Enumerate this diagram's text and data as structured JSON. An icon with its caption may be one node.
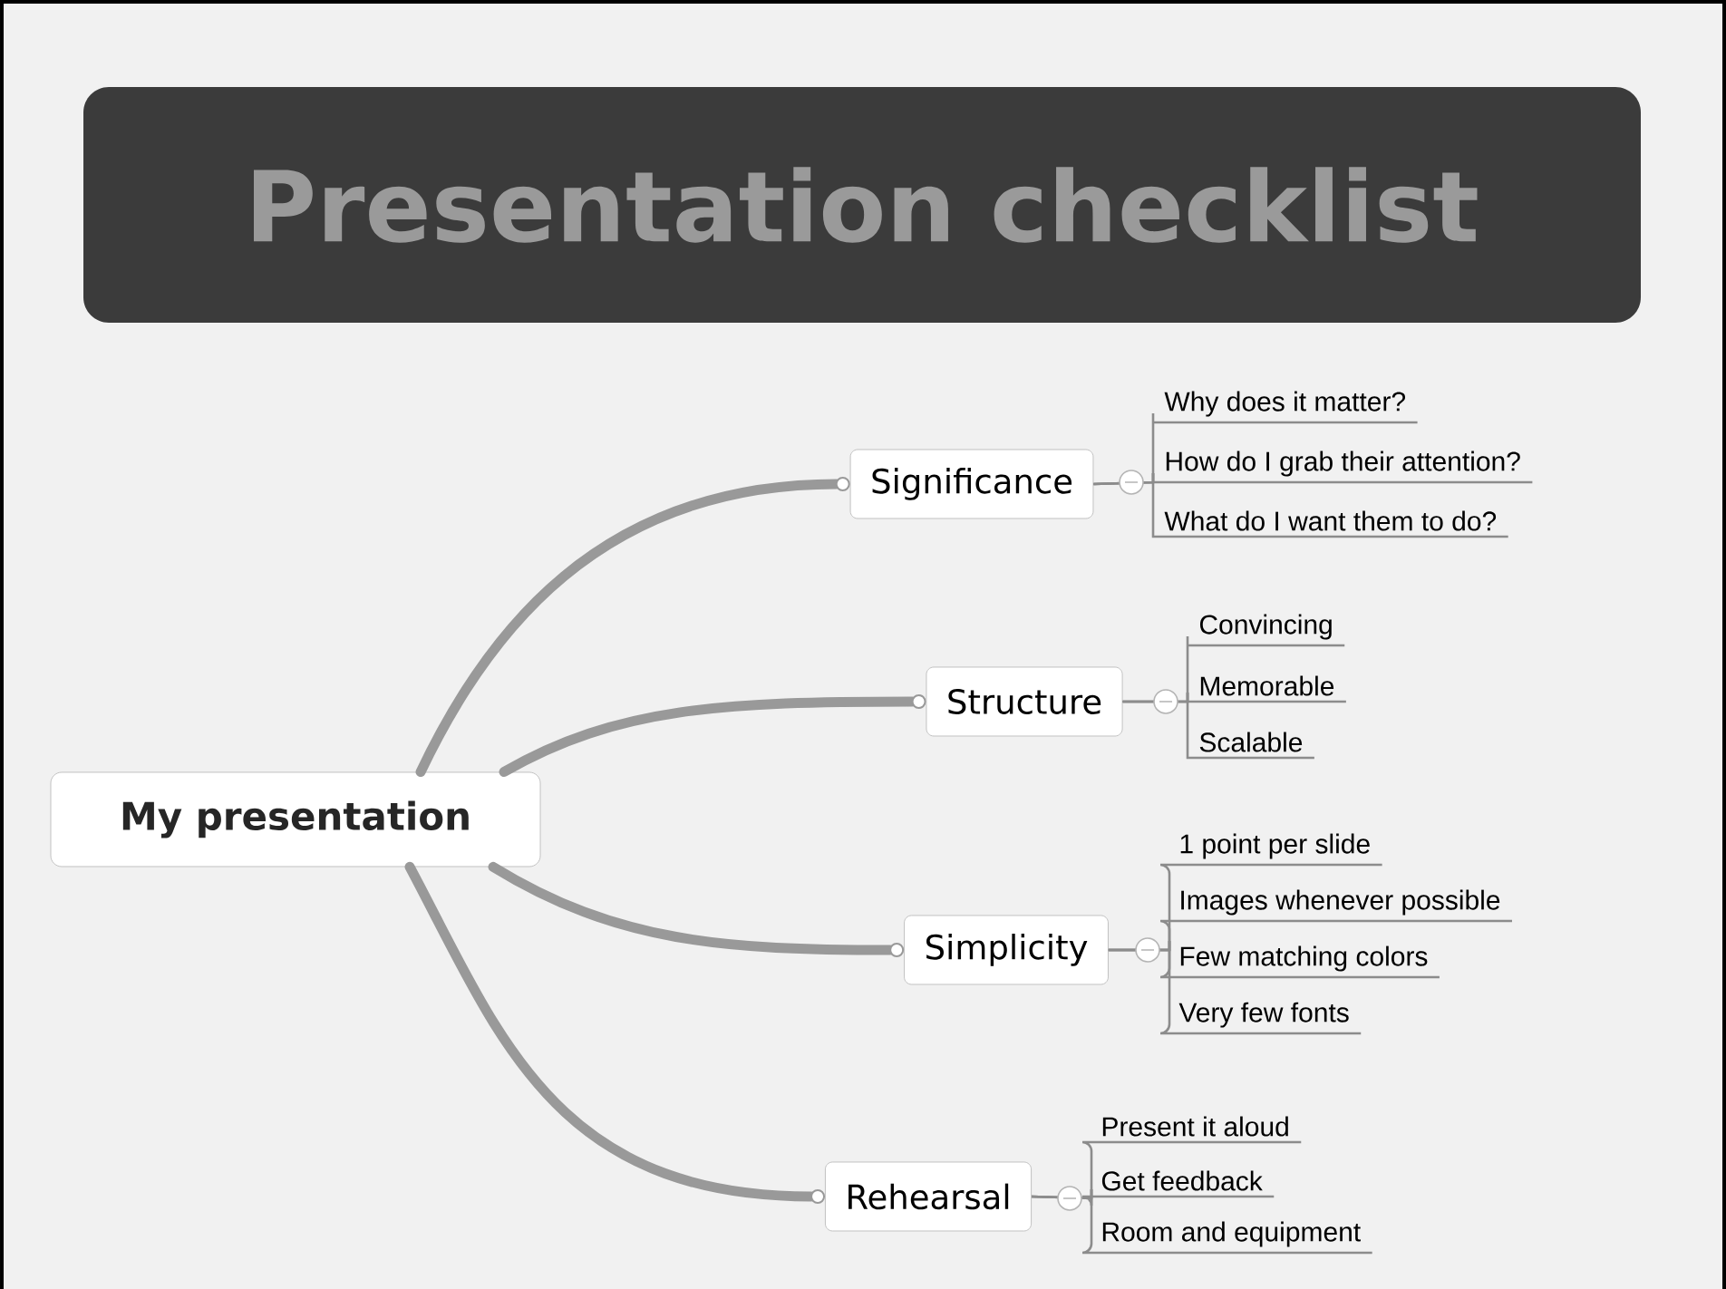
{
  "diagram": {
    "title": "Presentation checklist",
    "nodes": [
      {
        "text": [
          "My presentation"
        ]
      },
      {
        "text": [
          "Significance"
        ]
      },
      {
        "text": [
          "Why does it matter?"
        ]
      },
      {
        "text": [
          "How do I grab their attention?"
        ]
      },
      {
        "text": [
          "What do I want them to do?"
        ]
      },
      {
        "text": [
          "Structure"
        ]
      },
      {
        "text": [
          "Convincing"
        ]
      },
      {
        "text": [
          "Memorable"
        ]
      },
      {
        "text": [
          "Scalable"
        ]
      },
      {
        "text": [
          "Simplicity"
        ]
      },
      {
        "text": [
          "1 point per slide"
        ]
      },
      {
        "text": [
          "Images whenever possible"
        ]
      },
      {
        "text": [
          "Few matching colors"
        ]
      },
      {
        "text": [
          "Very few fonts"
        ]
      },
      {
        "text": [
          "Rehearsal"
        ]
      },
      {
        "text": [
          "Present it aloud"
        ]
      },
      {
        "text": [
          "Get feedback"
        ]
      },
      {
        "text": [
          "Room and equipment"
        ]
      }
    ],
    "edges": [
      {
        "from": 0,
        "to": 1,
        "arrow": "other",
        "style": "thick"
      },
      {
        "from": 0,
        "to": 5,
        "arrow": "other",
        "style": "thick"
      },
      {
        "from": 0,
        "to": 9,
        "arrow": "other",
        "style": "thick"
      },
      {
        "from": 0,
        "to": 14,
        "arrow": "other",
        "style": "thick"
      },
      {
        "from": 1,
        "to": 2,
        "arrow": "none"
      },
      {
        "from": 1,
        "to": 3,
        "arrow": "none"
      },
      {
        "from": 1,
        "to": 4,
        "arrow": "none"
      },
      {
        "from": 5,
        "to": 6,
        "arrow": "none"
      },
      {
        "from": 5,
        "to": 7,
        "arrow": "none"
      },
      {
        "from": 5,
        "to": 8,
        "arrow": "none"
      },
      {
        "from": 9,
        "to": 10,
        "arrow": "none"
      },
      {
        "from": 9,
        "to": 11,
        "arrow": "none"
      },
      {
        "from": 9,
        "to": 12,
        "arrow": "none"
      },
      {
        "from": 9,
        "to": 13,
        "arrow": "none"
      },
      {
        "from": 14,
        "to": 15,
        "arrow": "none"
      },
      {
        "from": 14,
        "to": 16,
        "arrow": "none"
      },
      {
        "from": 14,
        "to": 17,
        "arrow": "none"
      }
    ]
  }
}
